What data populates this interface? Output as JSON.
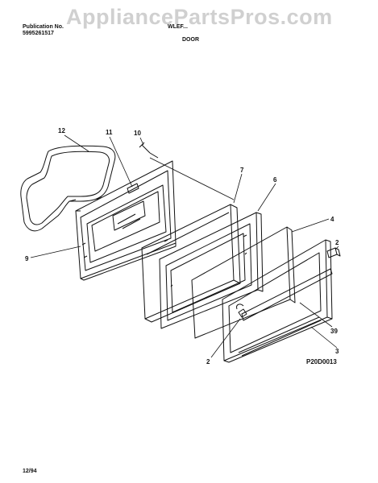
{
  "header": {
    "watermark": "AppliancePartsPros.com",
    "publication_label": "Publication No.",
    "publication_number": "5995261517",
    "model": "WLEF...",
    "section_title": "DOOR"
  },
  "callouts": {
    "c1": "12",
    "c2": "11",
    "c3": "10",
    "c4": "7",
    "c5": "6",
    "c6": "4",
    "c7": "2",
    "c8": "9",
    "c9": "39",
    "c10": "3",
    "c11": "2"
  },
  "figure_id": "P20D0013",
  "footer_date": "12/94",
  "colors": {
    "ink": "#111111",
    "watermark": "#d0d0d0"
  }
}
